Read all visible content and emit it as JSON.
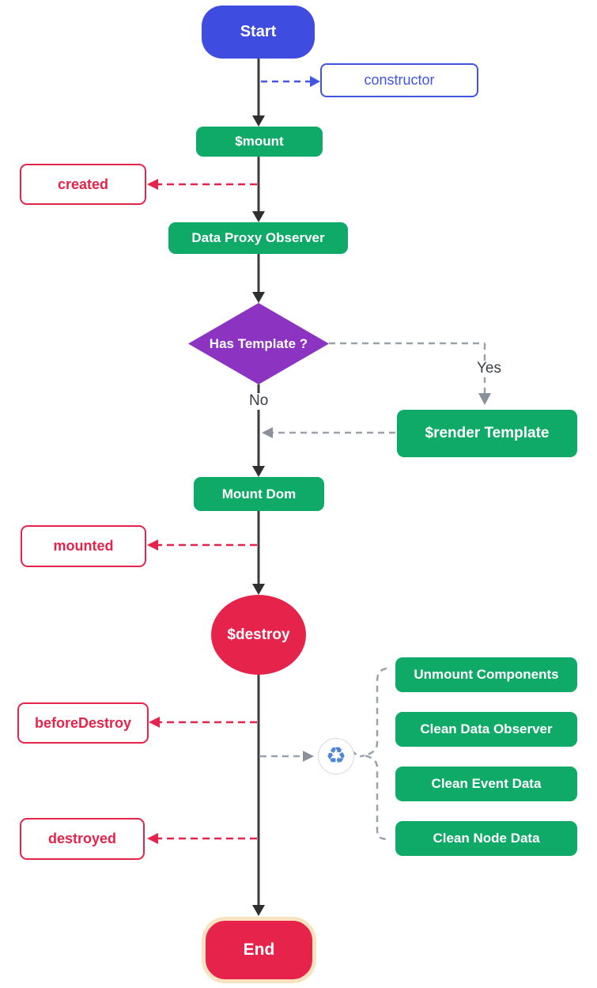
{
  "diagram": {
    "title_semantic": "Vue instance lifecycle flowchart",
    "nodes": {
      "start": {
        "label": "Start"
      },
      "constructor": {
        "label": "constructor"
      },
      "mount": {
        "label": "$mount"
      },
      "created": {
        "label": "created"
      },
      "data_proxy_observer": {
        "label": "Data Proxy Observer"
      },
      "has_template": {
        "label": "Has Template ?"
      },
      "render_template": {
        "label": "$render Template"
      },
      "mount_dom": {
        "label": "Mount Dom"
      },
      "mounted": {
        "label": "mounted"
      },
      "destroy": {
        "label": "$destroy"
      },
      "before_destroy": {
        "label": "beforeDestroy"
      },
      "destroyed": {
        "label": "destroyed"
      },
      "end": {
        "label": "End"
      }
    },
    "cleanup_steps": [
      {
        "label": "Unmount Components"
      },
      {
        "label": "Clean Data Observer"
      },
      {
        "label": "Clean Event Data"
      },
      {
        "label": "Clean Node Data"
      }
    ],
    "branch_labels": {
      "yes": "Yes",
      "no": "No"
    },
    "icons": {
      "recycle_glyph": "♻"
    },
    "colors": {
      "terminal_blue": "#3e4ce0",
      "process_green": "#0fa968",
      "decision_purple": "#8c33c1",
      "crimson": "#e6234a",
      "callout_blue": "#4254e2",
      "end_border": "#f9e2c0",
      "solid_line": "#3b3b3b",
      "gray_dash": "#9aa1a9",
      "recycle_blue": "#4d86d8"
    }
  }
}
